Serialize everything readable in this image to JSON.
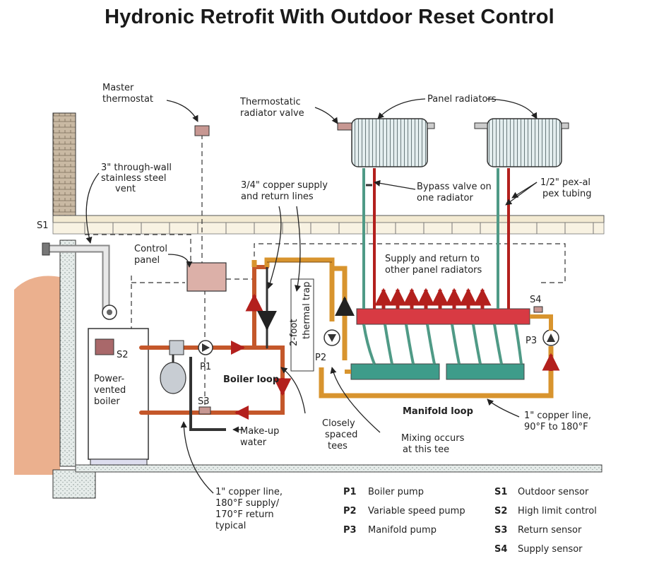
{
  "title": "Hydronic Retrofit With Outdoor Reset Control",
  "labels": {
    "master_thermostat": [
      "Master",
      "thermostat"
    ],
    "vent": [
      "3\" through-wall",
      "stainless steel",
      "vent"
    ],
    "trv": [
      "Thermostatic",
      "radiator valve"
    ],
    "panel_radiators": "Panel radiators",
    "copper_supply": [
      "3/4\" copper supply",
      "and return lines"
    ],
    "bypass": [
      "Bypass valve on",
      "one radiator"
    ],
    "pex": [
      "1/2\" pex-al",
      "pex tubing"
    ],
    "s1": "S1",
    "control_panel": [
      "Control",
      "panel"
    ],
    "supply_return_other": [
      "Supply and return to",
      "other panel radiators"
    ],
    "thermal_trap": [
      "2-foot",
      "thermal trap"
    ],
    "s2": "S2",
    "s3": "S3",
    "s4": "S4",
    "p1": "P1",
    "p2": "P2",
    "p3": "P3",
    "boiler": [
      "Power-",
      "vented",
      "boiler"
    ],
    "boiler_loop": "Boiler loop",
    "manifold_loop": "Manifold loop",
    "makeup_water": [
      "Make-up",
      "water"
    ],
    "closely_spaced": [
      "Closely",
      "spaced",
      "tees"
    ],
    "mixing": [
      "Mixing occurs",
      "at this tee"
    ],
    "copper_1_manifold": [
      "1\" copper line,",
      "90°F to 180°F"
    ],
    "copper_1_boiler": [
      "1\" copper line,",
      "180°F supply/",
      "170°F return",
      "typical"
    ]
  },
  "key": [
    {
      "code": "P1",
      "desc": "Boiler pump"
    },
    {
      "code": "P2",
      "desc": "Variable speed pump"
    },
    {
      "code": "P3",
      "desc": "Manifold pump"
    },
    {
      "code": "S1",
      "desc": "Outdoor sensor"
    },
    {
      "code": "S2",
      "desc": "High limit control"
    },
    {
      "code": "S3",
      "desc": "Return sensor"
    },
    {
      "code": "S4",
      "desc": "Supply sensor"
    }
  ],
  "colors": {
    "hot_pipe": "#c4572a",
    "hot_arrow": "#b3201d",
    "cold_pipe": "#4f9a86",
    "supply_manifold": "#d83a43",
    "return_manifold": "#3e9c8a",
    "copper": "#d8942e",
    "earth": "#e8a27a",
    "radiator": "#e4eeef"
  }
}
